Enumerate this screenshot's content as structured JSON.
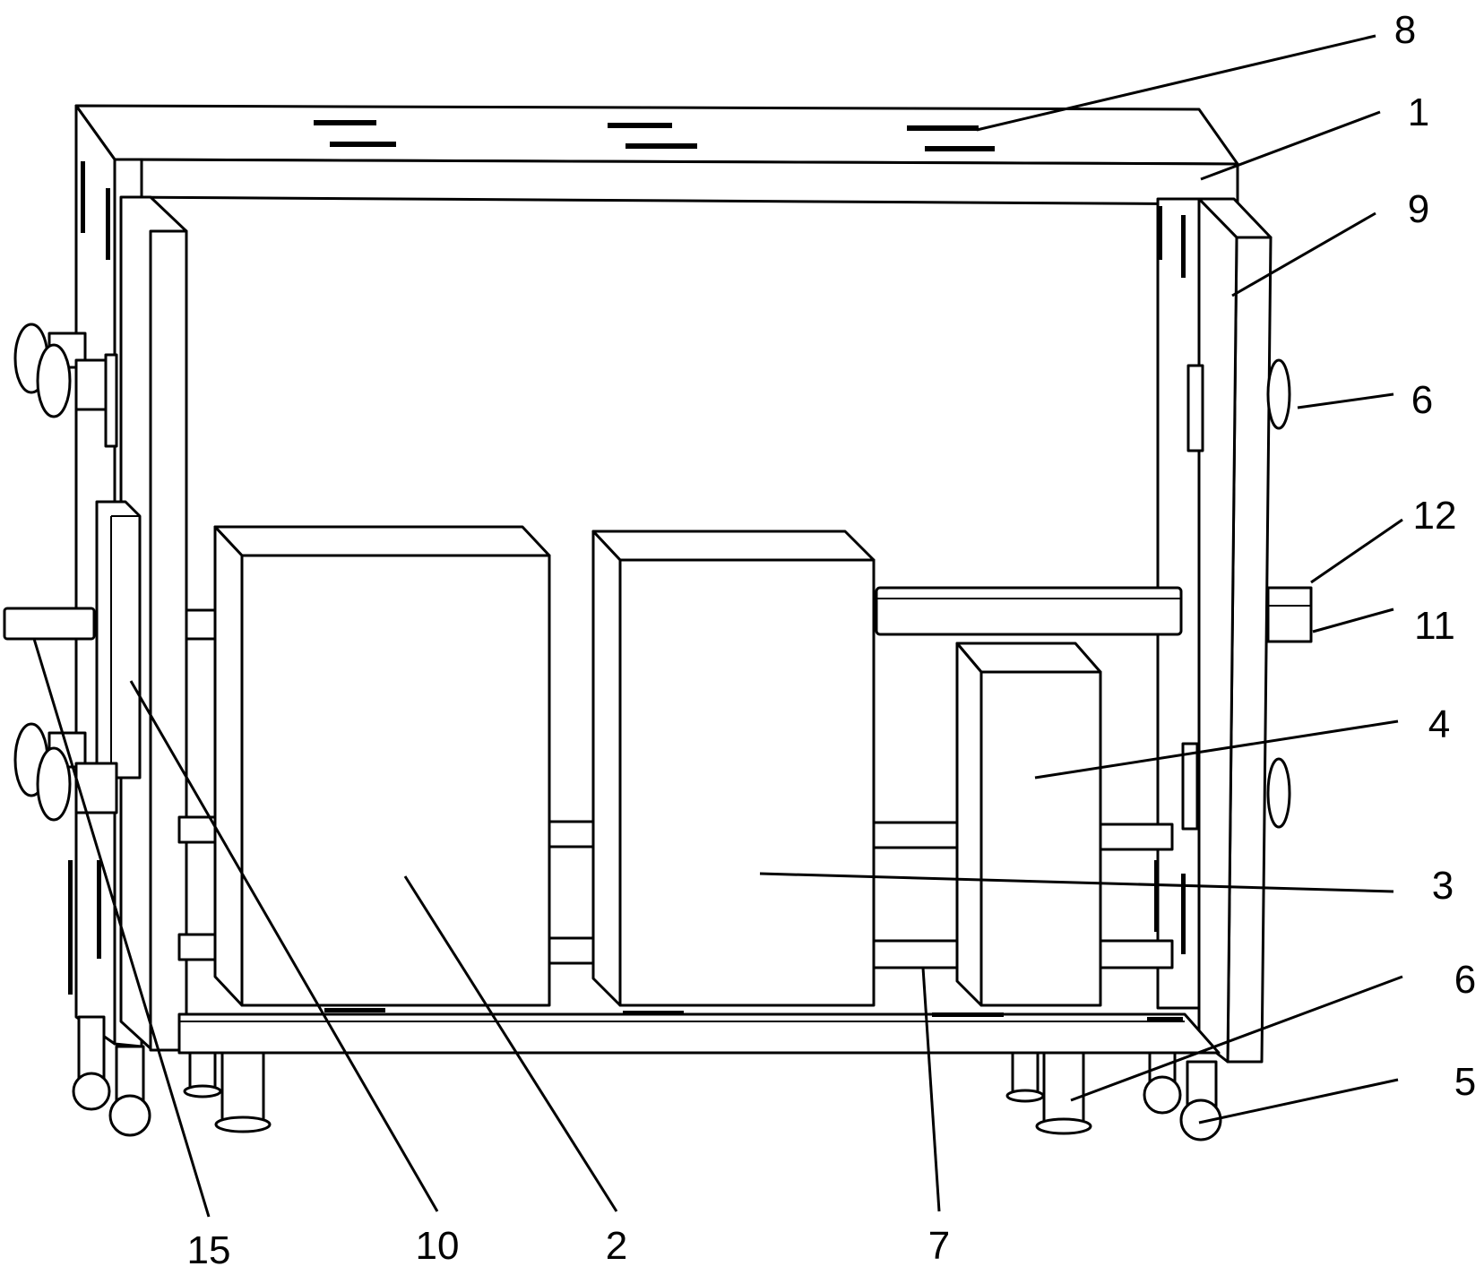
{
  "callouts": [
    {
      "id": "8",
      "label": "8"
    },
    {
      "id": "1",
      "label": "1"
    },
    {
      "id": "9",
      "label": "9"
    },
    {
      "id": "6a",
      "label": "6"
    },
    {
      "id": "12",
      "label": "12"
    },
    {
      "id": "11",
      "label": "11"
    },
    {
      "id": "4",
      "label": "4"
    },
    {
      "id": "3",
      "label": "3"
    },
    {
      "id": "6b",
      "label": "6"
    },
    {
      "id": "5",
      "label": "5"
    },
    {
      "id": "15",
      "label": "15"
    },
    {
      "id": "10",
      "label": "10"
    },
    {
      "id": "2",
      "label": "2"
    },
    {
      "id": "7",
      "label": "7"
    }
  ]
}
